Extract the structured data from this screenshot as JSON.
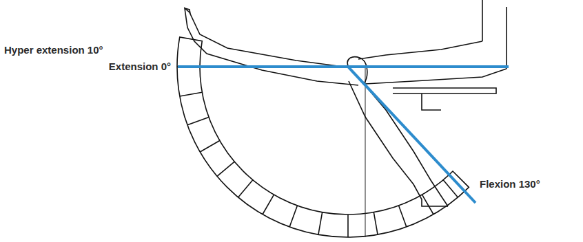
{
  "diagram": {
    "labels": [
      "Hyper extension 10°",
      "Extension 0°",
      "Flexion 130°"
    ]
  }
}
